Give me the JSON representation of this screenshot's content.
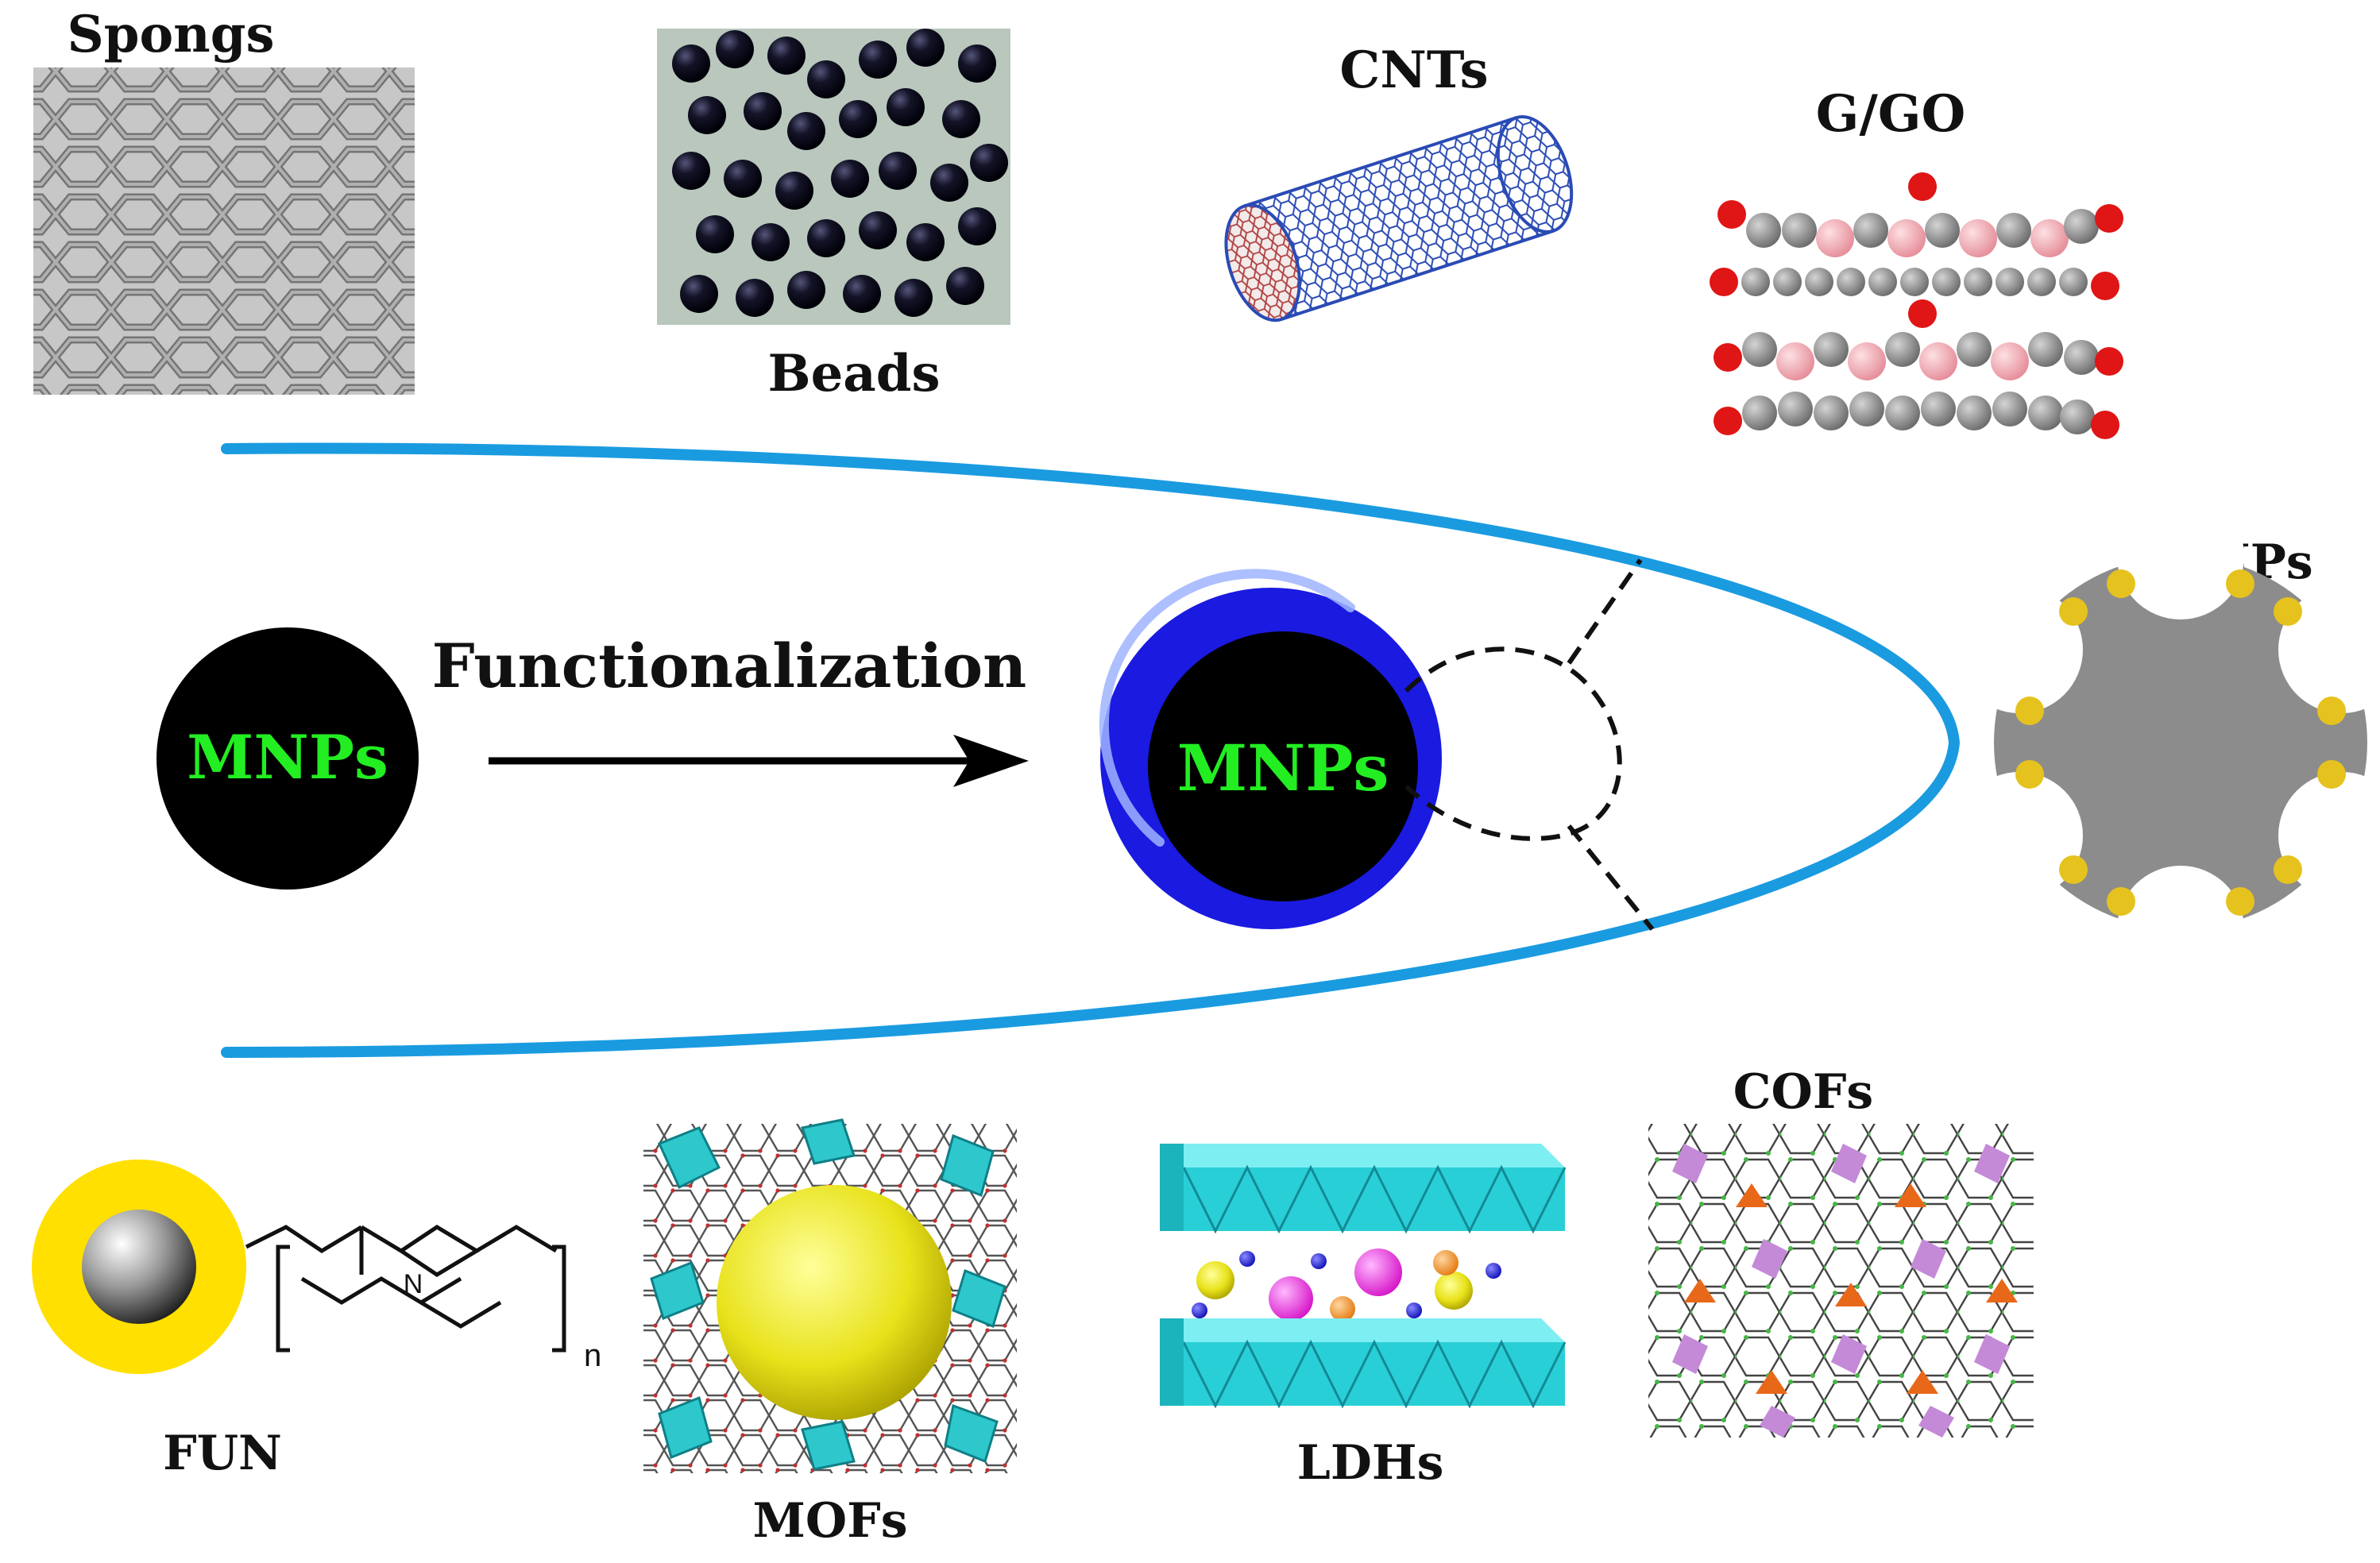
{
  "labels": {
    "spongs": "Spongs",
    "beads": "Beads",
    "cnts": "CNTs",
    "ggo": "G/GO",
    "mips": "MIPs",
    "fun": "FUN",
    "mofs": "MOFs",
    "ldhs": "LDHs",
    "cofs": "COFs",
    "functionalization": "Functionalization",
    "mnps_left": "MNPs",
    "mnps_center": "MNPs",
    "subscript_n": "n",
    "nitrogen": "N"
  },
  "colors": {
    "loop": "#1a9be0",
    "core": "#000000",
    "shell": "#1a1ae0",
    "mnps_text": "#22ee22",
    "fun_ring": "#ffe000",
    "mips_body": "#8c8c8c",
    "mips_dots": "#e6c21e",
    "ldh_layer": "#29cfd6"
  }
}
